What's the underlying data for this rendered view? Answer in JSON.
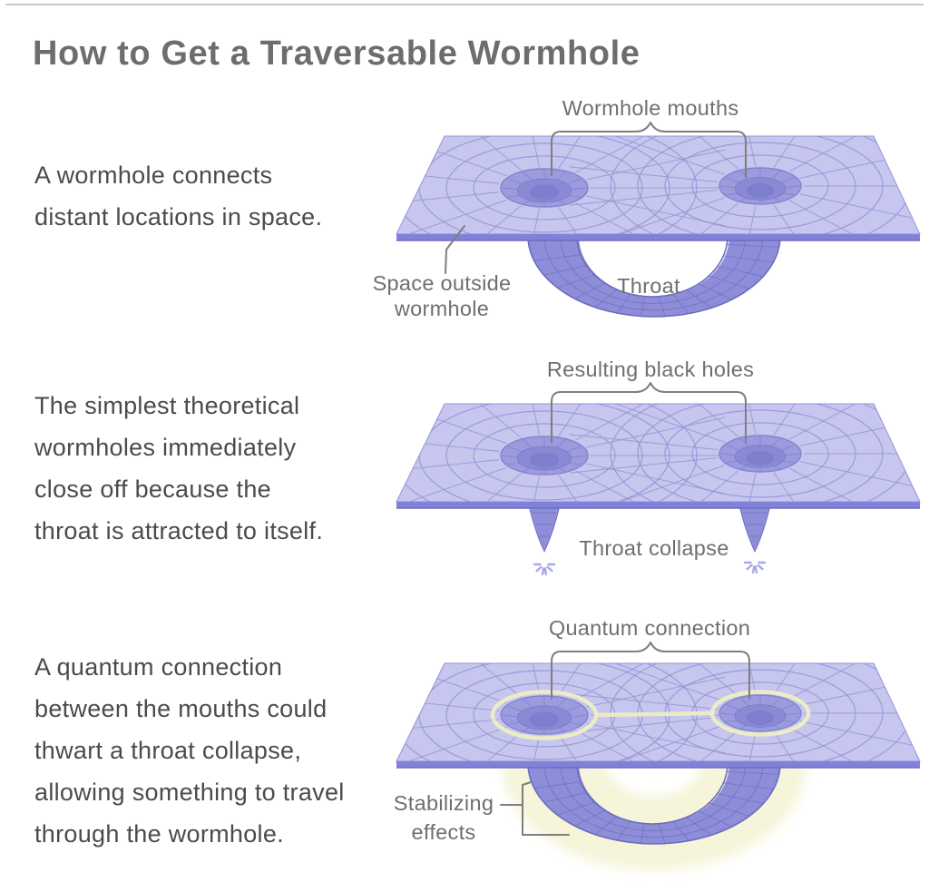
{
  "title": "How to Get a Traversable Wormhole",
  "panels": [
    {
      "type": "tube",
      "description_lines": [
        "A wormhole connects",
        "distant locations in space."
      ],
      "labels": {
        "mouths": "Wormhole mouths",
        "space_outside": [
          "Space outside",
          "wormhole"
        ],
        "throat": "Throat"
      }
    },
    {
      "type": "collapse",
      "description_lines": [
        "The simplest theoretical",
        "wormholes immediately",
        "close off because the",
        "throat is attracted to itself."
      ],
      "labels": {
        "black_holes": "Resulting black holes",
        "collapse": "Throat collapse"
      }
    },
    {
      "type": "stabilized",
      "description_lines": [
        "A quantum connection",
        "between the mouths could",
        "thwart a throat collapse,",
        "allowing something to travel",
        "through the wormhole."
      ],
      "labels": {
        "quantum": "Quantum connection",
        "stabilizing": [
          "Stabilizing",
          "effects"
        ]
      }
    }
  ],
  "colors": {
    "background": "#ffffff",
    "divider": "#c9c9c9",
    "title_text": "#6d6d6d",
    "body_text": "#4b4b4b",
    "label_text": "#6f6f6f",
    "annotation_line": "#7e7e7e",
    "sheet_fill": "#c6c6ee",
    "grid_line": "#9494d6",
    "sheet_front": "#8181da",
    "sheet_front_edge": "#6c6cc0",
    "hole_outer": "#9b9bde",
    "hole_mid": "#8989d4",
    "hole_deep": "#7e7ecf",
    "hole_rim": "#8484cc",
    "tube_fill": "#8d8dd8",
    "tube_line": "#7373c8",
    "tube_edge": "#6c6cc0",
    "sparkle": "#a8a8e8",
    "quantum_yellow": "#efeec3",
    "glow_yellow": "#f6f4d9"
  }
}
